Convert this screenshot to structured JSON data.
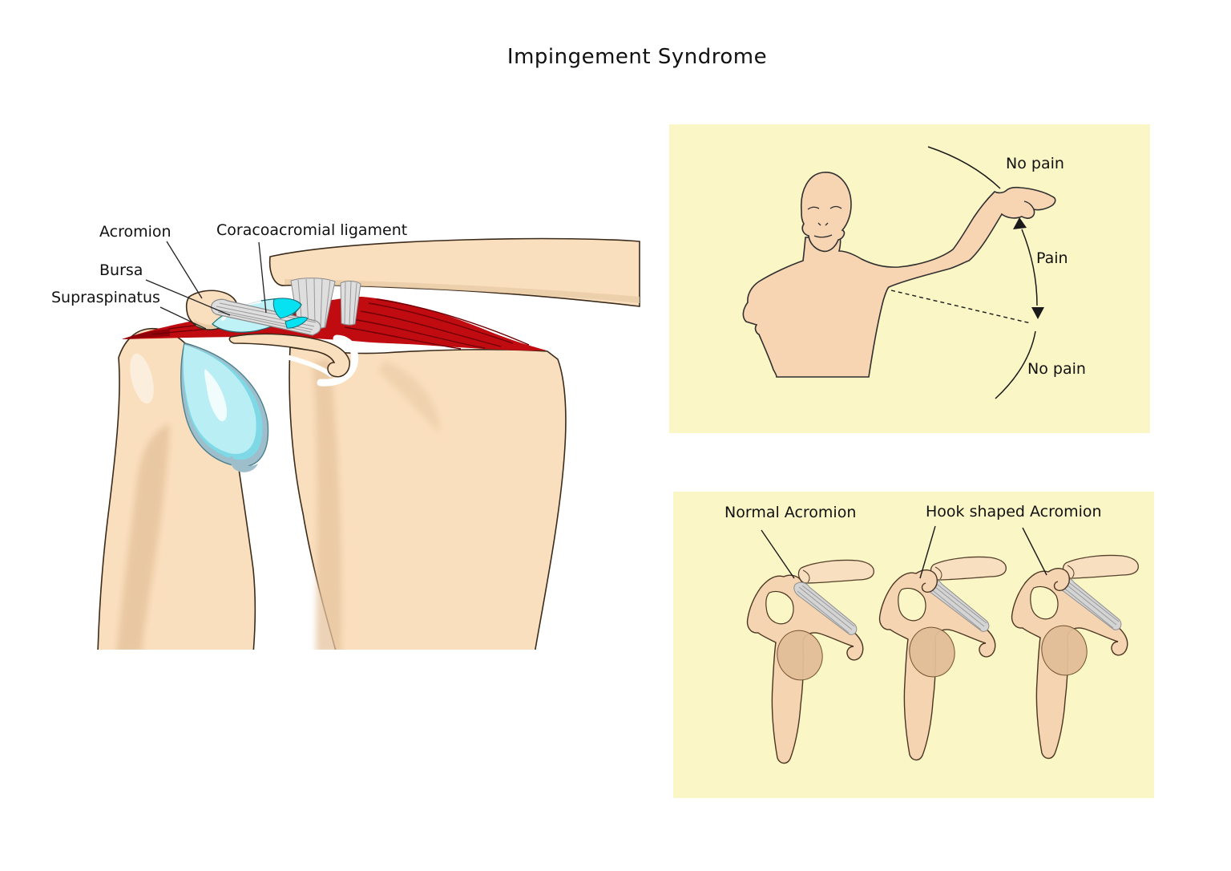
{
  "title": "Impingement Syndrome",
  "main_diagram": {
    "labels": {
      "acromion": "Acromion",
      "coracoacromial_ligament": "Coracoacromial ligament",
      "bursa": "Bursa",
      "supraspinatus": "Supraspinatus"
    }
  },
  "pain_test_panel": {
    "no_pain_top": "No pain",
    "pain": "Pain",
    "no_pain_bottom": "No pain"
  },
  "acromion_panel": {
    "normal": "Normal Acromion",
    "hook": "Hook shaped Acromion"
  },
  "colors": {
    "panel_bg": "#FAF6C6",
    "bone_skin": "#FADFBE",
    "figure_skin": "#F7D4B2",
    "muscle_red": "#C00C10",
    "bursa_cyan": "#06E2F2",
    "cartilage_cyan": "#B9EFF4",
    "ligament_gray": "#DEDEDE",
    "scapula_bone": "#F5D4B2"
  }
}
